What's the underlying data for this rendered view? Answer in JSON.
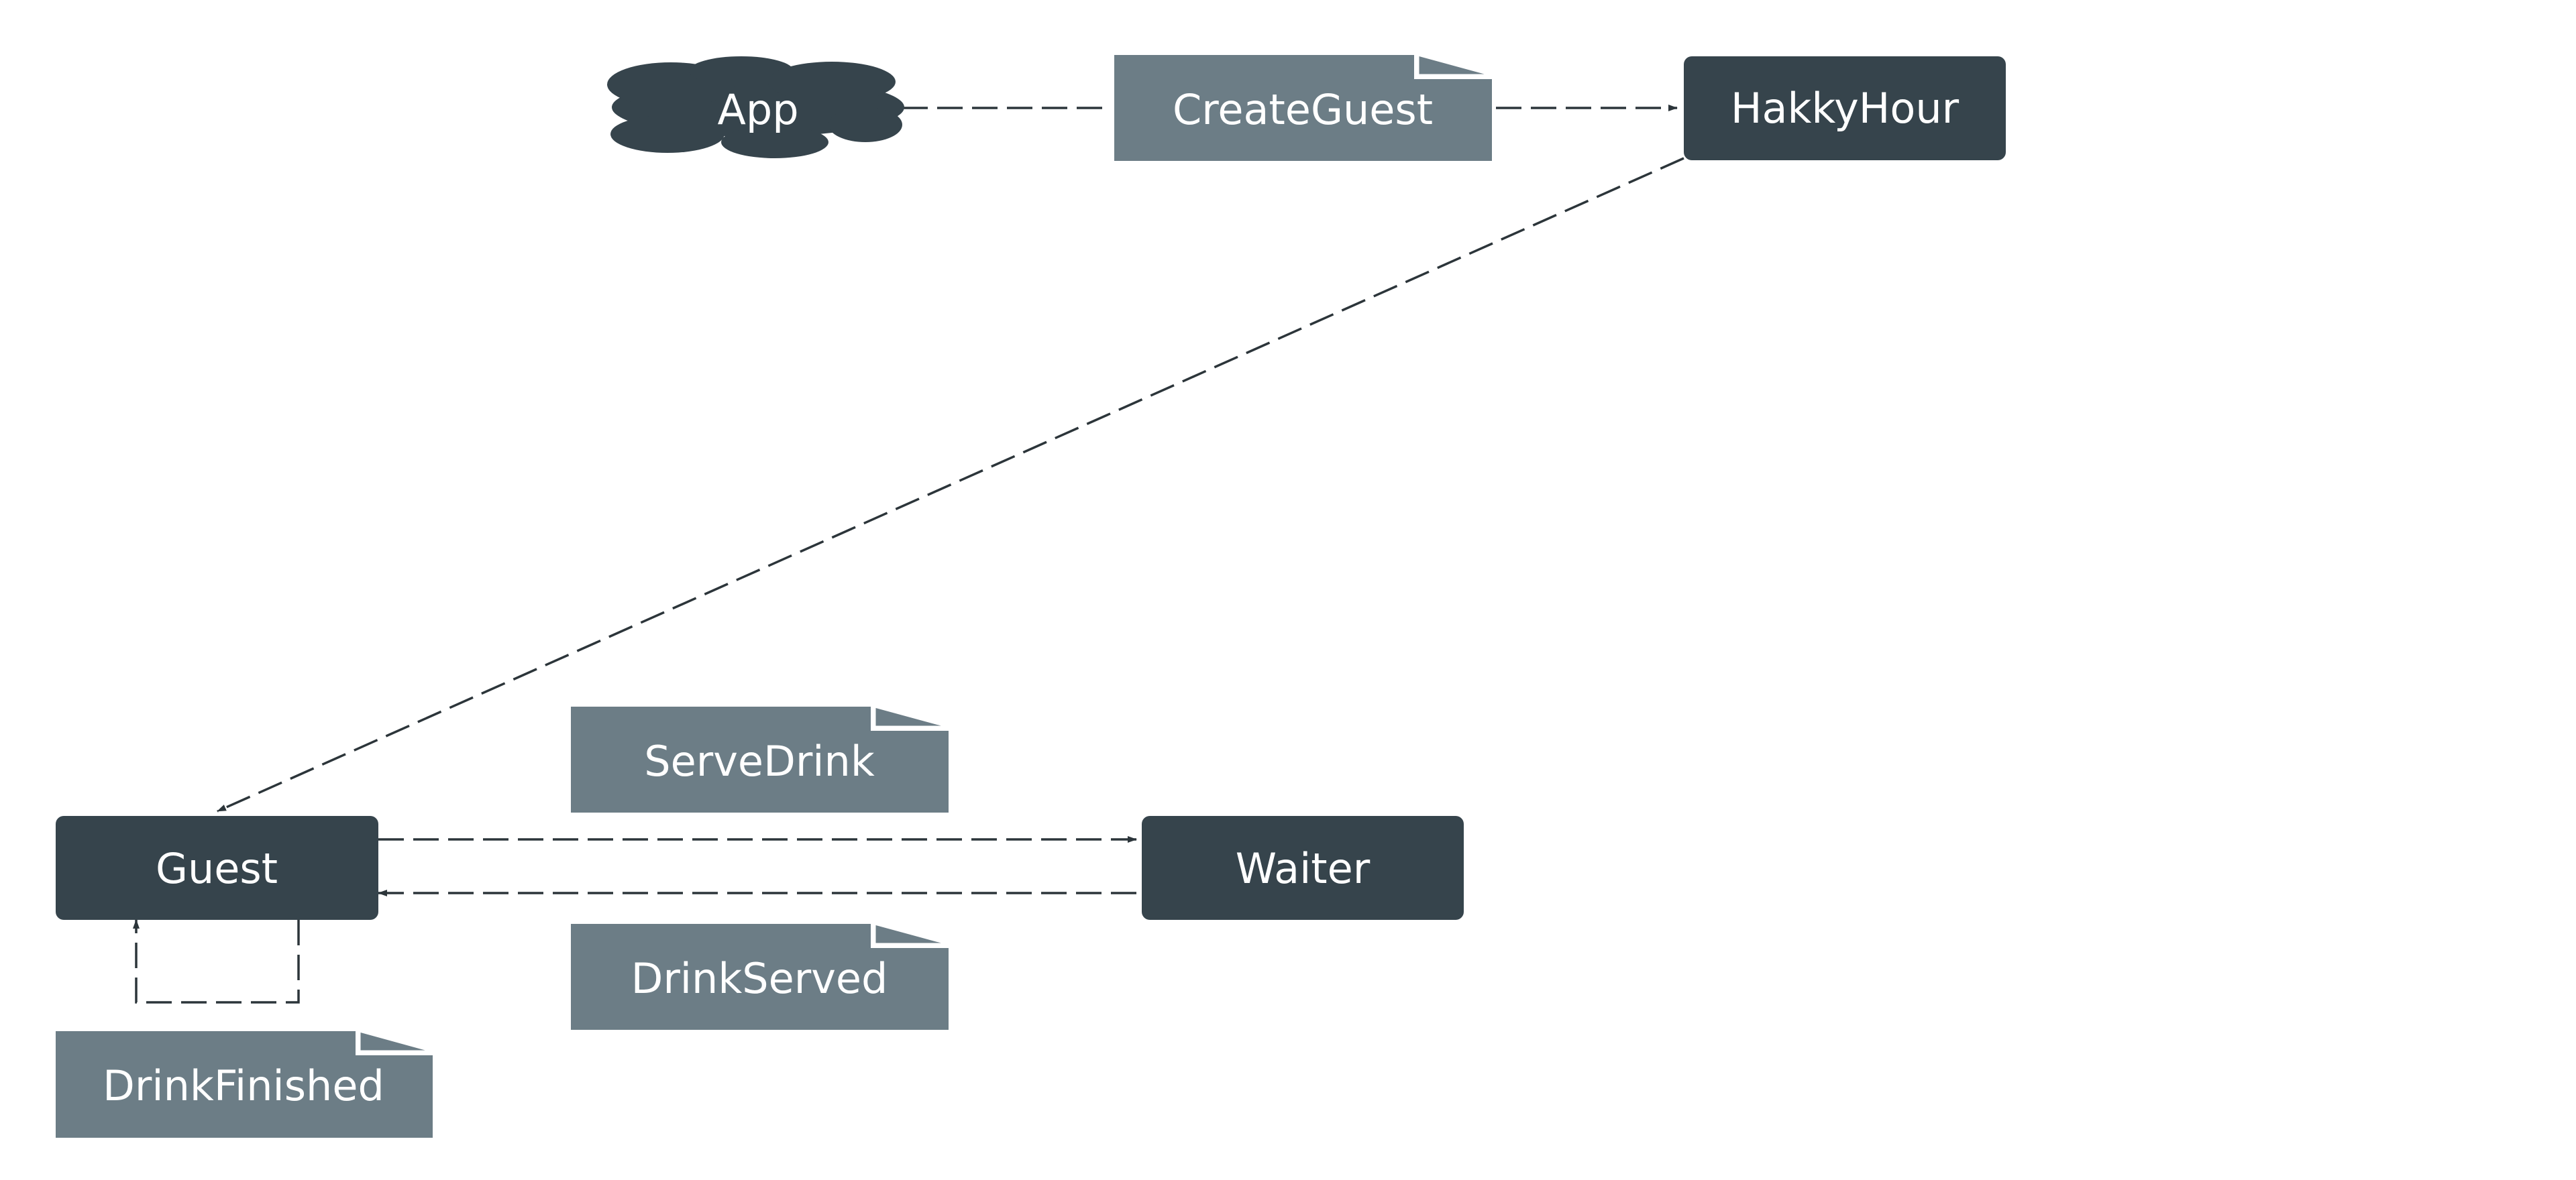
{
  "colors": {
    "actor": "#36444c",
    "message": "#6c7d86",
    "edge": "#2c353a",
    "label": "#ffffff"
  },
  "nodes": {
    "app": {
      "label": "App",
      "shape": "cloud"
    },
    "hakky_hour": {
      "label": "HakkyHour",
      "shape": "rounded-rect"
    },
    "guest": {
      "label": "Guest",
      "shape": "rounded-rect"
    },
    "waiter": {
      "label": "Waiter",
      "shape": "rounded-rect"
    }
  },
  "messages": {
    "create_guest": {
      "label": "CreateGuest",
      "shape": "note"
    },
    "serve_drink": {
      "label": "ServeDrink",
      "shape": "note"
    },
    "drink_served": {
      "label": "DrinkServed",
      "shape": "note"
    },
    "drink_finished": {
      "label": "DrinkFinished",
      "shape": "note"
    }
  },
  "edges": [
    {
      "from": "App",
      "to": "HakkyHour",
      "label": "CreateGuest",
      "style": "dashed"
    },
    {
      "from": "HakkyHour",
      "to": "Guest",
      "label": "",
      "style": "dashed"
    },
    {
      "from": "Guest",
      "to": "Waiter",
      "label": "ServeDrink",
      "style": "dashed"
    },
    {
      "from": "Waiter",
      "to": "Guest",
      "label": "DrinkServed",
      "style": "dashed"
    },
    {
      "from": "Guest",
      "to": "Guest",
      "label": "DrinkFinished",
      "style": "dashed"
    }
  ]
}
